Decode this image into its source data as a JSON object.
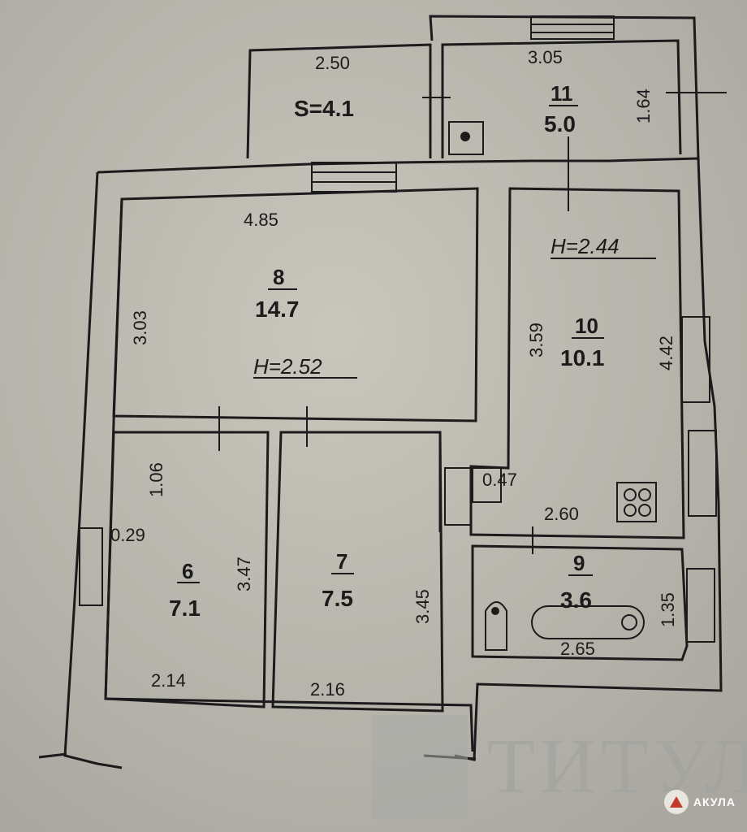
{
  "rooms": [
    {
      "number": "",
      "area": "S=4.1",
      "dims": [
        "2.50"
      ]
    },
    {
      "number": "11",
      "area": "5.0",
      "dims": [
        "3.05",
        "1.64"
      ]
    },
    {
      "number": "8",
      "area": "14.7",
      "height": "H=2.52",
      "dims": [
        "4.85",
        "3.03"
      ]
    },
    {
      "number": "10",
      "area": "10.1",
      "height": "H=2.44",
      "dims": [
        "3.59",
        "4.42",
        "2.60",
        "0.47"
      ]
    },
    {
      "number": "6",
      "area": "7.1",
      "dims": [
        "3.47",
        "2.14",
        "1.06",
        "0.29"
      ]
    },
    {
      "number": "7",
      "area": "7.5",
      "dims": [
        "3.45",
        "2.16"
      ]
    },
    {
      "number": "9",
      "area": "3.6",
      "dims": [
        "1.35",
        "2.65"
      ]
    }
  ],
  "watermark": "ТИТУЛ",
  "brand": {
    "label": "АКУЛА"
  },
  "colors": {
    "paper": "#c2bfb6",
    "line": "#1b1b1b",
    "watermark": "#9fa29f"
  }
}
